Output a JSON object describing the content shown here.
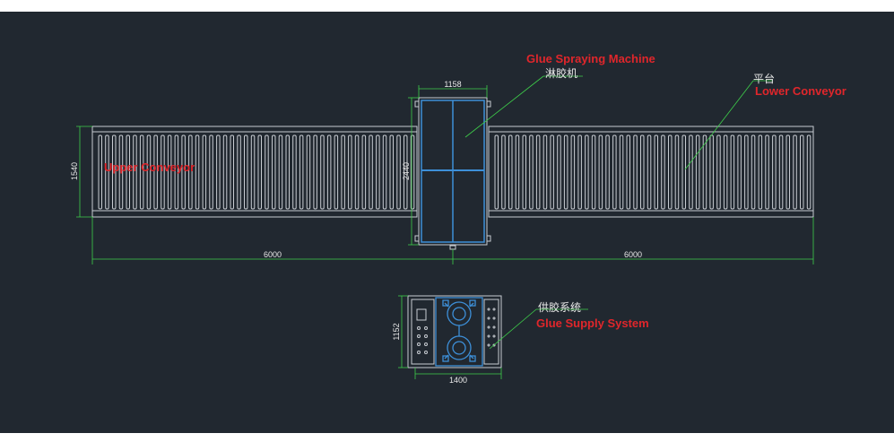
{
  "labels": {
    "glue_spraying_en": "Glue Spraying Machine",
    "glue_spraying_cn": "淋胶机",
    "lower_conveyor_cn": "平台",
    "lower_conveyor_en": "Lower Conveyor",
    "upper_conveyor_en": "Upper Conveyor",
    "glue_supply_cn": "供胶系统",
    "glue_supply_en": "Glue Supply System"
  },
  "dimensions": {
    "machine_width": "1158",
    "machine_height": "2440",
    "conveyor_height": "1540",
    "left_length": "6000",
    "right_length": "6000",
    "supply_height": "1152",
    "supply_width": "1400"
  },
  "colors": {
    "background": "#212830",
    "lines": "#c8ccd2",
    "machine": "#3d8fd8",
    "dimension": "#3ecf4a",
    "label_red": "#e0262b",
    "label_white": "#e8e8e8"
  }
}
